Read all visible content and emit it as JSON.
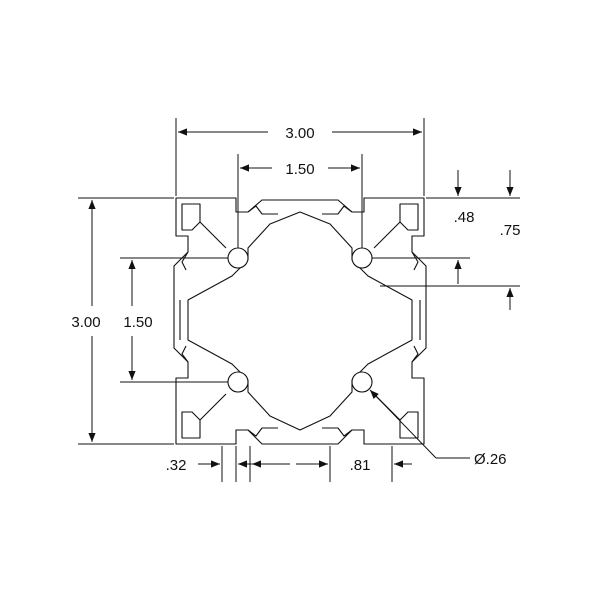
{
  "dimensions": {
    "overall_width": "3.00",
    "hole_spacing_horizontal": "1.50",
    "overall_height": "3.00",
    "hole_spacing_vertical": "1.50",
    "offset_small": ".48",
    "offset_large": ".75",
    "wall_dim": ".32",
    "slot_width": ".81",
    "hole_diameter": "Ø.26"
  }
}
